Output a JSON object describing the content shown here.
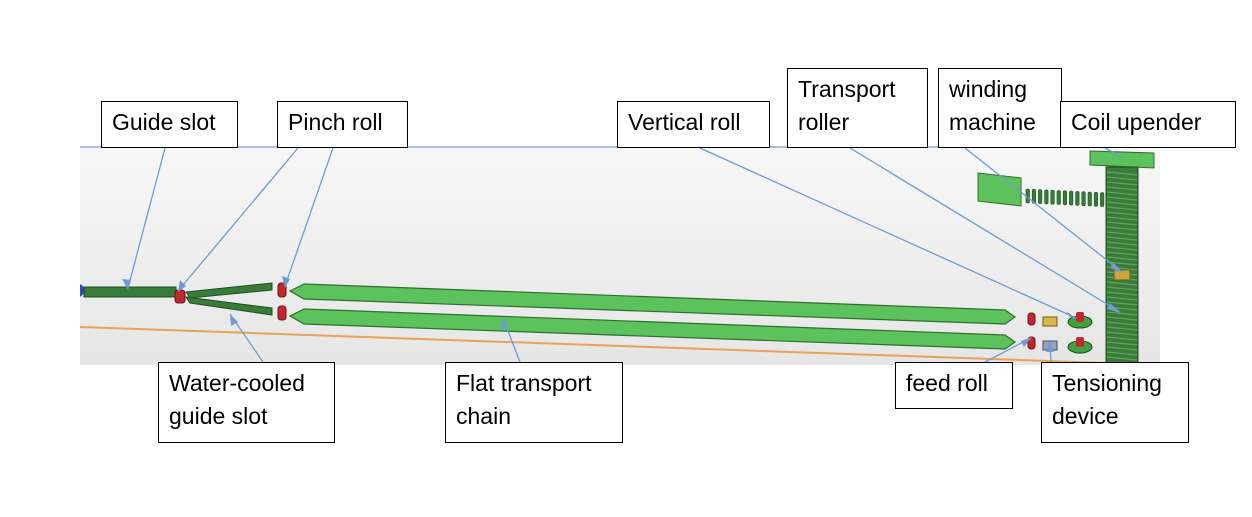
{
  "labels": {
    "guide_slot": "Guide slot",
    "pinch_roll": "Pinch roll",
    "vertical_roll": "Vertical roll",
    "transport_roller": "Transport\nroller",
    "winding_machine": "winding\nmachine",
    "coil_upender": "Coil upender",
    "water_cooled_guide_slot": "Water-cooled\nguide slot",
    "flat_transport_chain": "Flat transport\nchain",
    "feed_roll": "feed roll",
    "tensioning_device": "Tensioning\ndevice"
  },
  "colors": {
    "chain_green": "#5cc25c",
    "dark_green": "#3a7a3a",
    "roll_red": "#c0282e",
    "leader_blue": "#6f9bd3",
    "floor_orange": "#e9a25a",
    "frame_blue": "#8aaedc",
    "background_grey": "#eeeeee"
  }
}
